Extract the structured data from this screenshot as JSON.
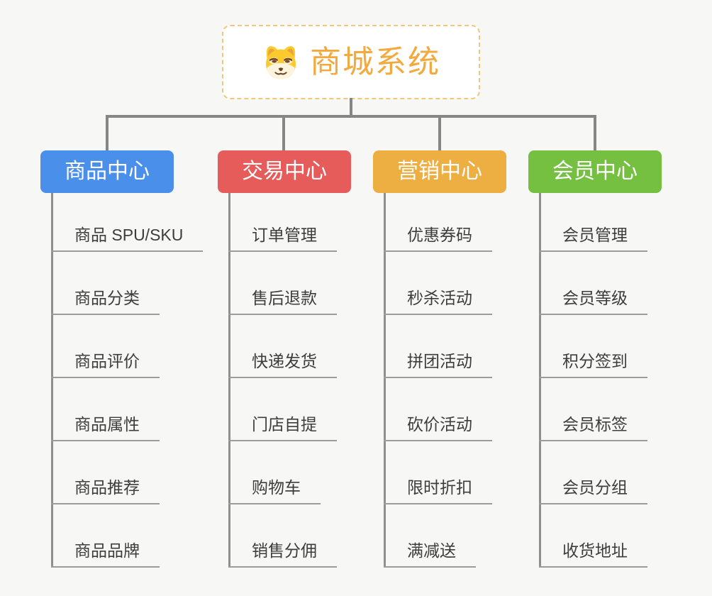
{
  "page": {
    "background": "#F7F7F6",
    "connector_color": "#868686"
  },
  "root": {
    "title": "商城系统",
    "icon": "doge-icon",
    "text_color": "#F2A93E",
    "border_color": "#F2C878"
  },
  "branches": [
    {
      "label": "商品中心",
      "color": "#4A8FEA",
      "children": [
        "商品 SPU/SKU",
        "商品分类",
        "商品评价",
        "商品属性",
        "商品推荐",
        "商品品牌"
      ]
    },
    {
      "label": "交易中心",
      "color": "#E55C5A",
      "children": [
        "订单管理",
        "售后退款",
        "快递发货",
        "门店自提",
        "购物车",
        "销售分佣"
      ]
    },
    {
      "label": "营销中心",
      "color": "#EDAE42",
      "children": [
        "优惠券码",
        "秒杀活动",
        "拼团活动",
        "砍价活动",
        "限时折扣",
        "满减送"
      ]
    },
    {
      "label": "会员中心",
      "color": "#75BF41",
      "children": [
        "会员管理",
        "会员等级",
        "积分签到",
        "会员标签",
        "会员分组",
        "收货地址"
      ]
    }
  ]
}
